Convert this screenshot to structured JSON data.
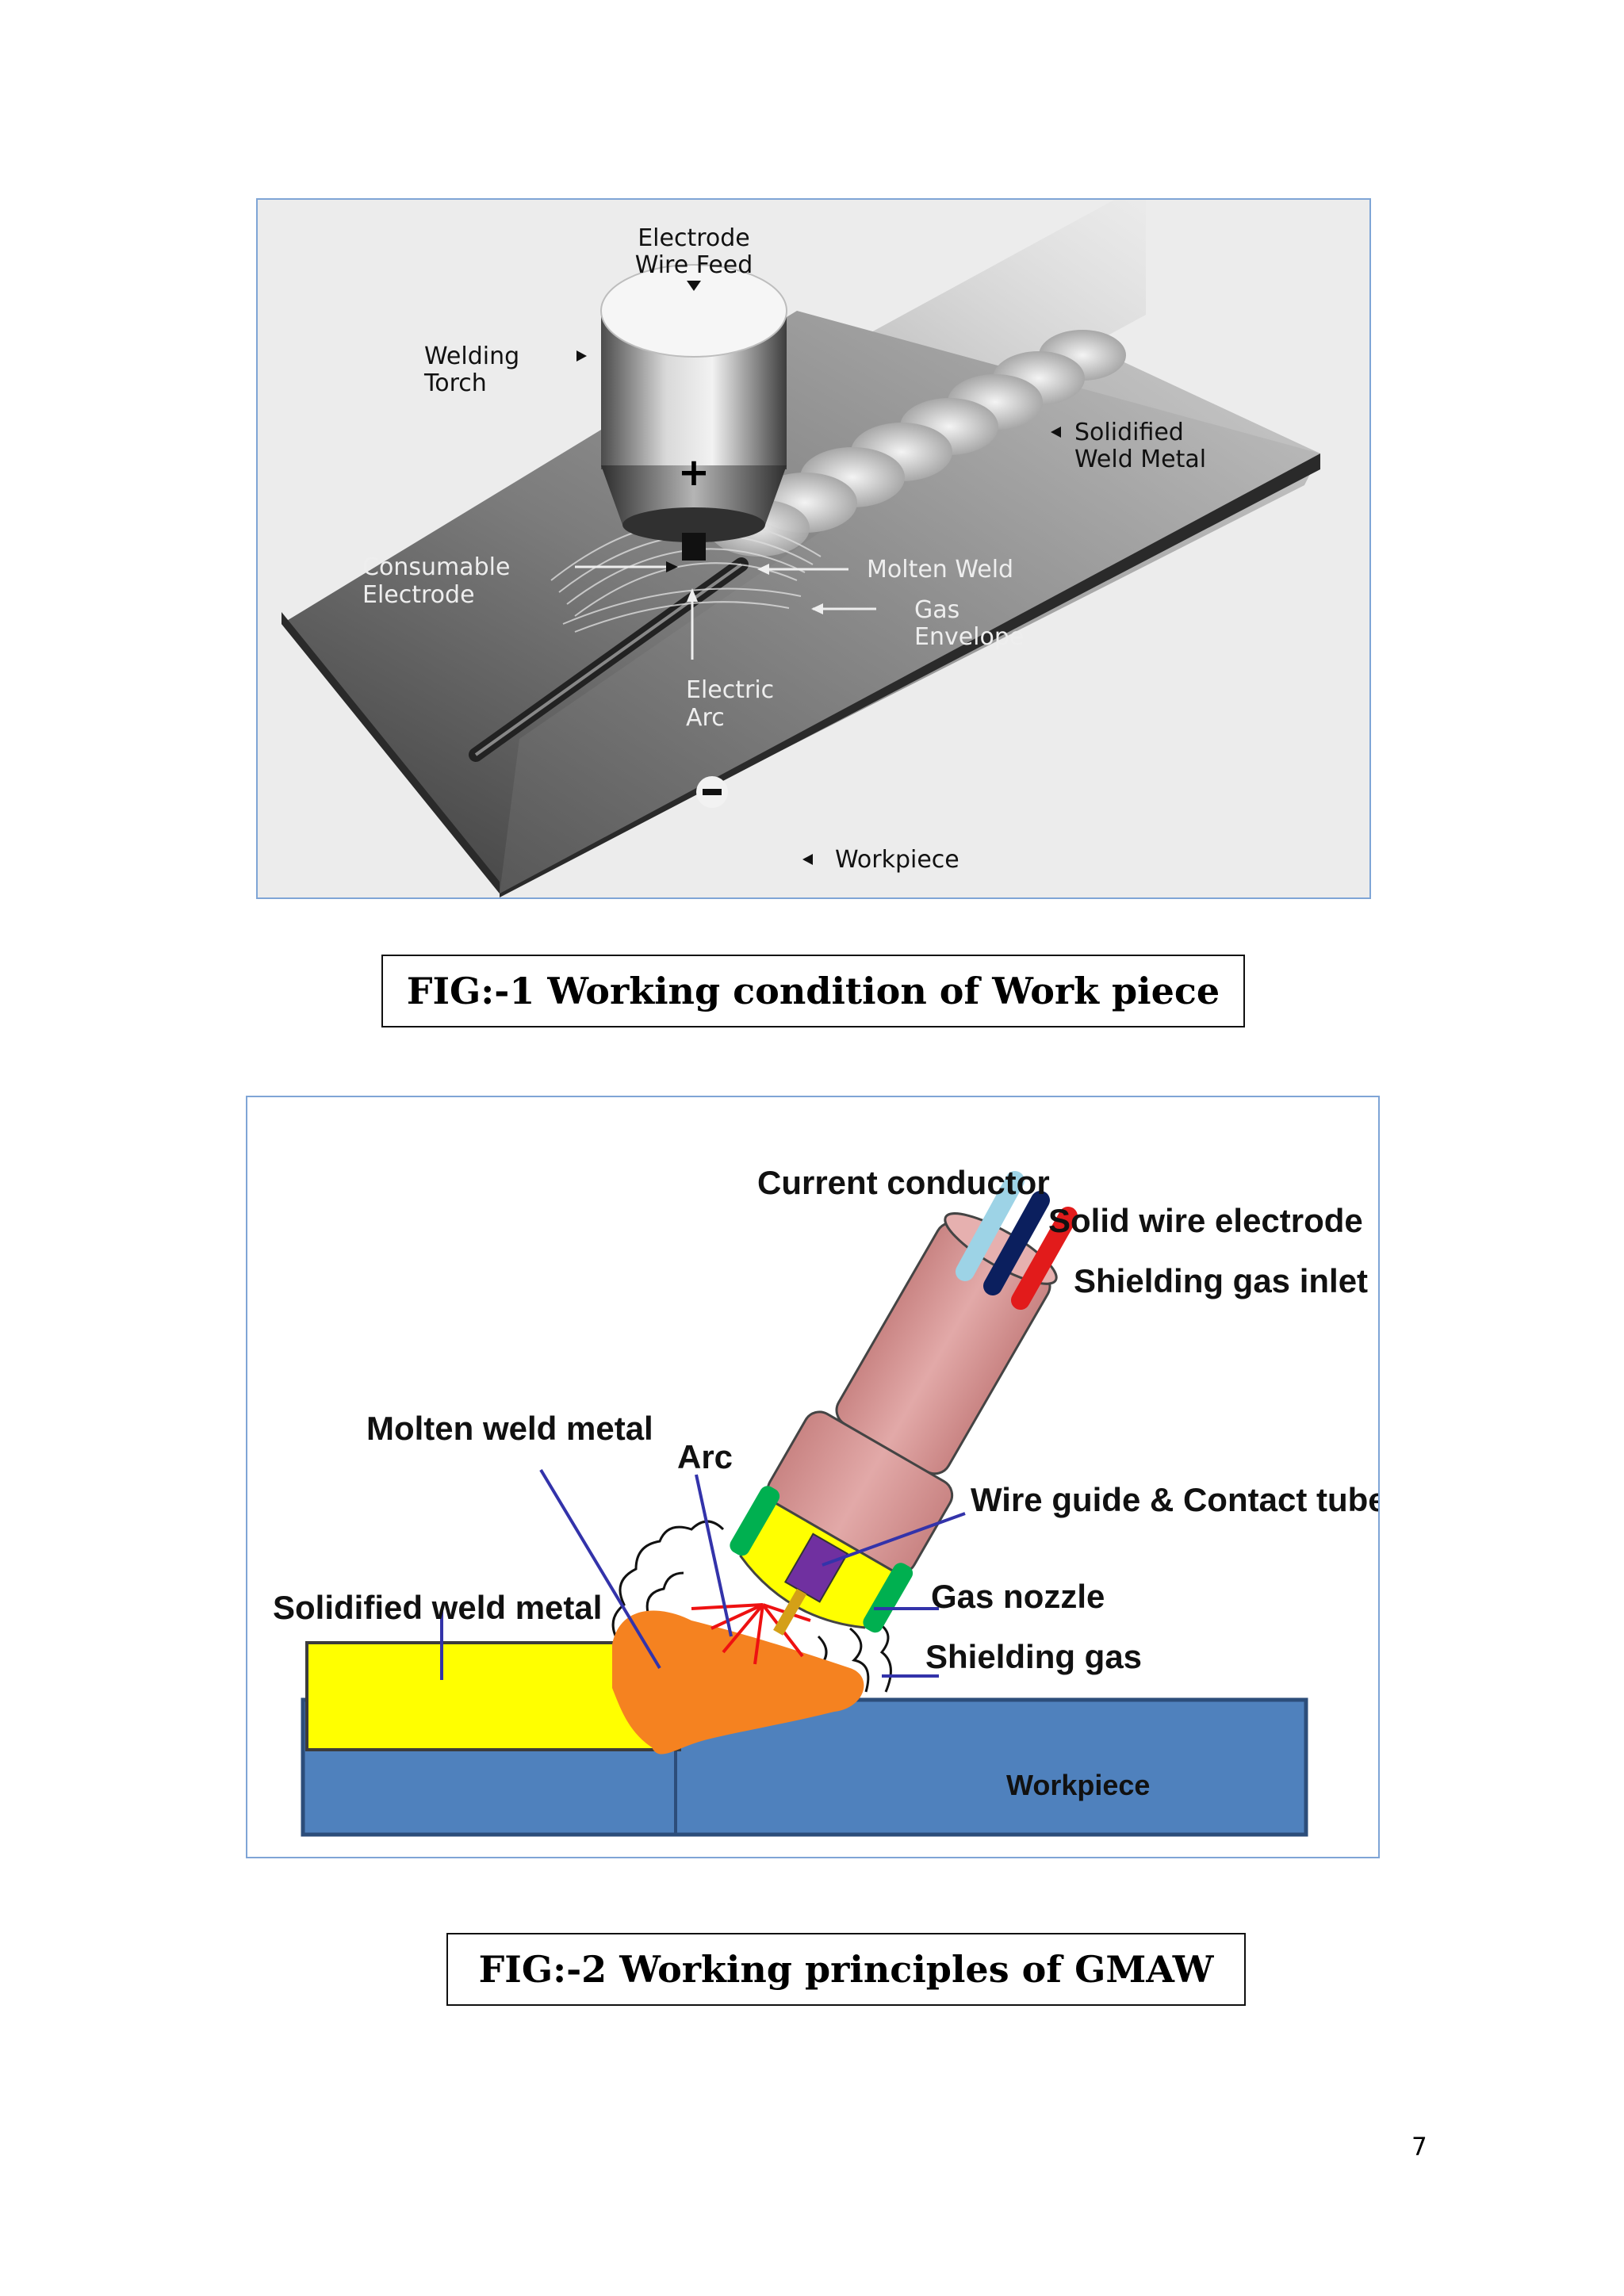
{
  "figure1": {
    "labels": {
      "wire_feed_1": "Electrode",
      "wire_feed_2": "Wire Feed",
      "torch_1": "Welding",
      "torch_2": "Torch",
      "solidified_1": "Solidified",
      "solidified_2": "Weld Metal",
      "consumable_1": "Consumable",
      "consumable_2": "Electrode",
      "molten": "Molten Weld",
      "gas_1": "Gas",
      "gas_2": "Envelope",
      "arc_1": "Electric",
      "arc_2": "Arc",
      "workpiece": "Workpiece",
      "plus_sign": "+",
      "minus_sign": "−"
    },
    "caption": "FIG:-1 Working condition of Work piece"
  },
  "figure2": {
    "labels": {
      "current_conductor": "Current conductor",
      "solid_wire": "Solid wire electrode",
      "shielding_gas_inlet": "Shielding gas inlet",
      "molten_weld_metal": "Molten weld metal",
      "arc": "Arc",
      "wire_guide": "Wire guide & Contact tube",
      "solidified_weld_metal": "Solidified weld metal",
      "gas_nozzle": "Gas nozzle",
      "shielding_gas": "Shielding gas",
      "workpiece": "Workpiece"
    },
    "caption": "FIG:-2 Working principles of GMAW"
  },
  "page_number": "7",
  "colors": {
    "frame_border": "#7fa5d6",
    "workpiece_blue": "#4f81bd",
    "solidified_yellow": "#ffff00",
    "molten_orange": "#f58220",
    "torch_pink": "#d99594",
    "nozzle_green": "#00b050",
    "leader_line_blue": "#3333aa"
  }
}
